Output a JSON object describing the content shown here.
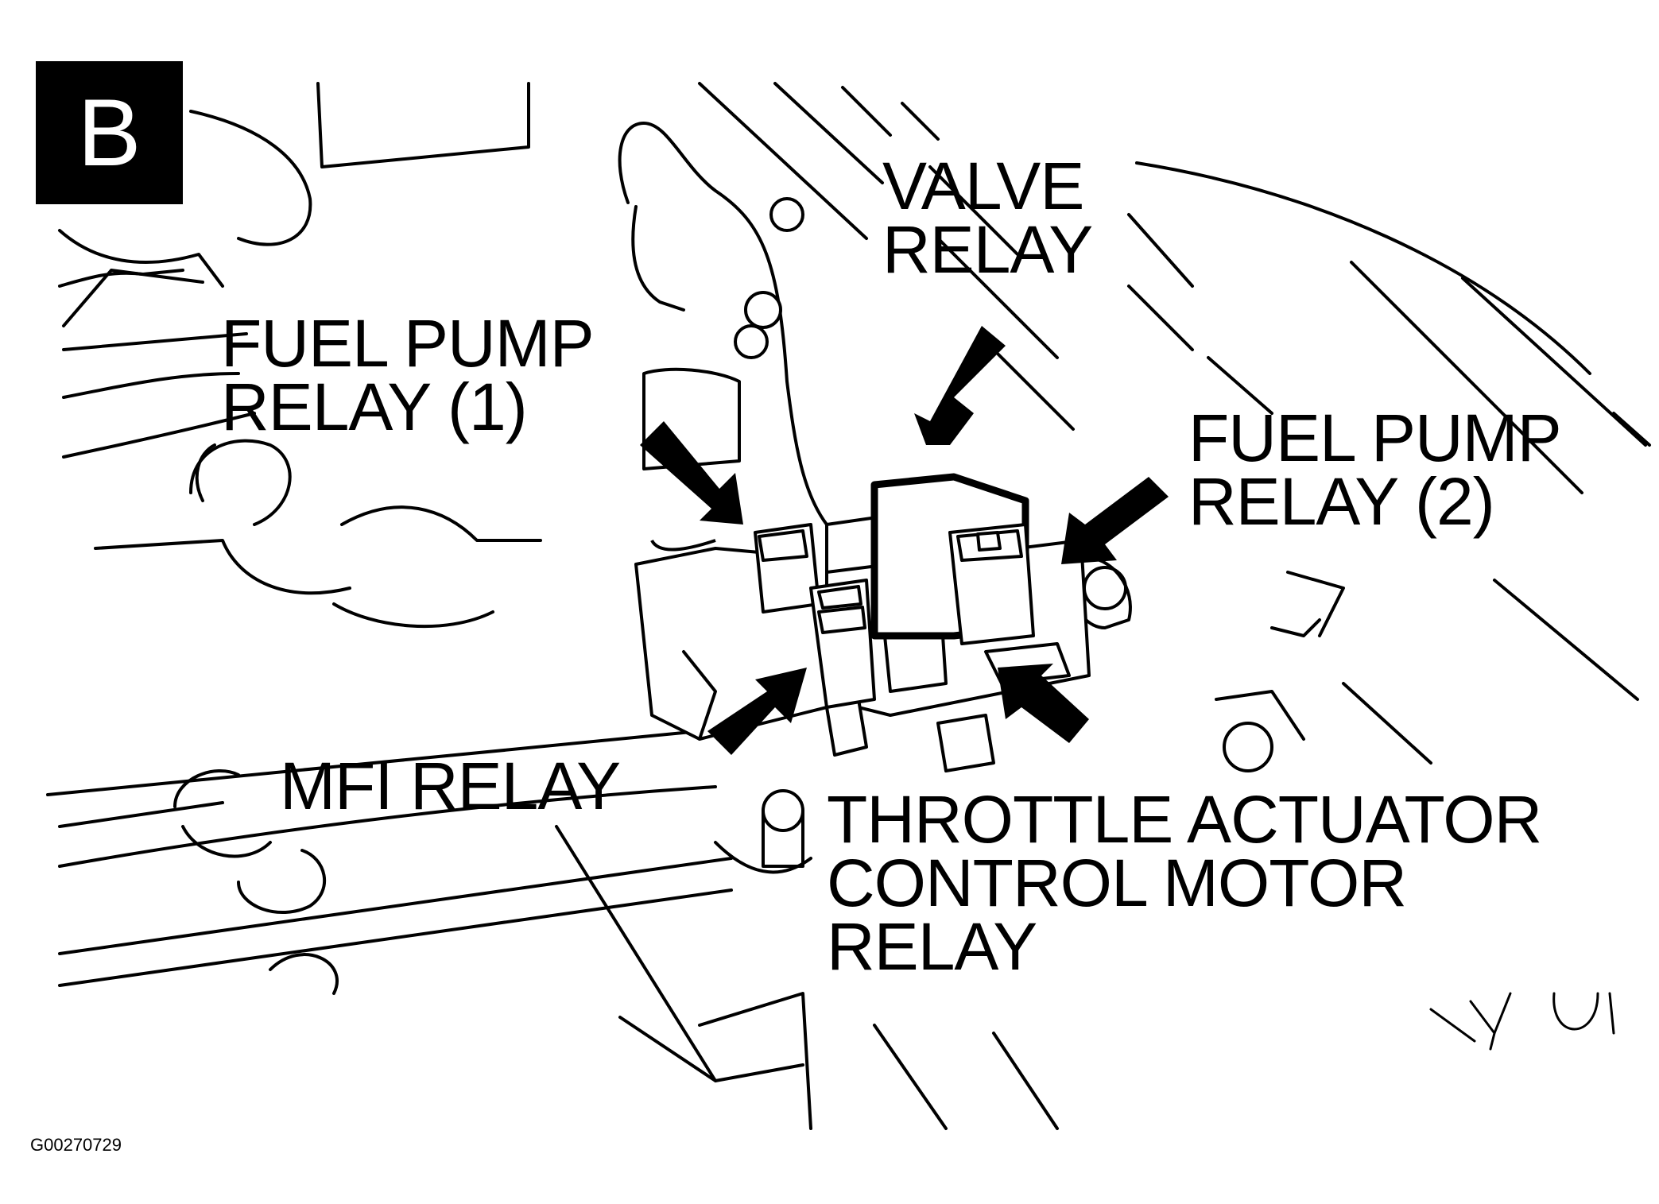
{
  "badge": {
    "letter": "B"
  },
  "labels": {
    "valve_relay": "VALVE\nRELAY",
    "fuel_pump_relay_1": "FUEL PUMP\nRELAY (1)",
    "fuel_pump_relay_2": "FUEL PUMP\nRELAY (2)",
    "mfi_relay": "MFI RELAY",
    "throttle_actuator_relay": "THROTTLE ACTUATOR\nCONTROL MOTOR\nRELAY"
  },
  "figure_id": "G00270729"
}
